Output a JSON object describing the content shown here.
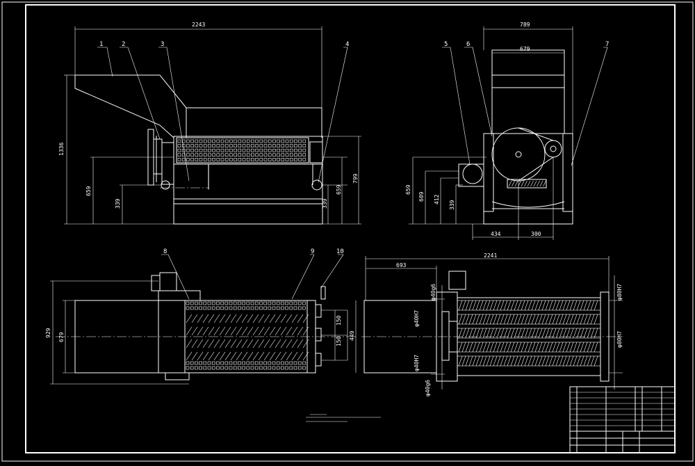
{
  "dimensions": {
    "front_overall_length": "2243",
    "front_overall_height": "1336",
    "front_axis_height_left": "659",
    "front_base_left": "339",
    "front_base_right": "339",
    "front_axis_height_right": "659",
    "front_frame_height": "799",
    "side_overall_width": "789",
    "side_inner_width": "679",
    "side_height_659": "659",
    "side_height_609": "609",
    "side_height_412": "412",
    "side_height_339": "339",
    "side_motor_offset": "434",
    "side_pulley_offset": "300",
    "plan_width_929": "929",
    "plan_width_679": "679",
    "plan_pitch_150a": "150",
    "plan_pitch_150b": "150",
    "plan_span_449": "449",
    "section_length": "2241",
    "section_offset": "693",
    "section_bore_top": "φ40g6",
    "section_bore_h7_a": "φ40H7",
    "section_bore_h7_b": "φ40H7",
    "section_bore_bottom": "φ40g6",
    "section_bore_right_top": "φ80H7",
    "section_bore_right_bottom": "φ80H7"
  },
  "balloons": [
    "1",
    "2",
    "3",
    "4",
    "5",
    "6",
    "7",
    "8",
    "9",
    "10"
  ]
}
